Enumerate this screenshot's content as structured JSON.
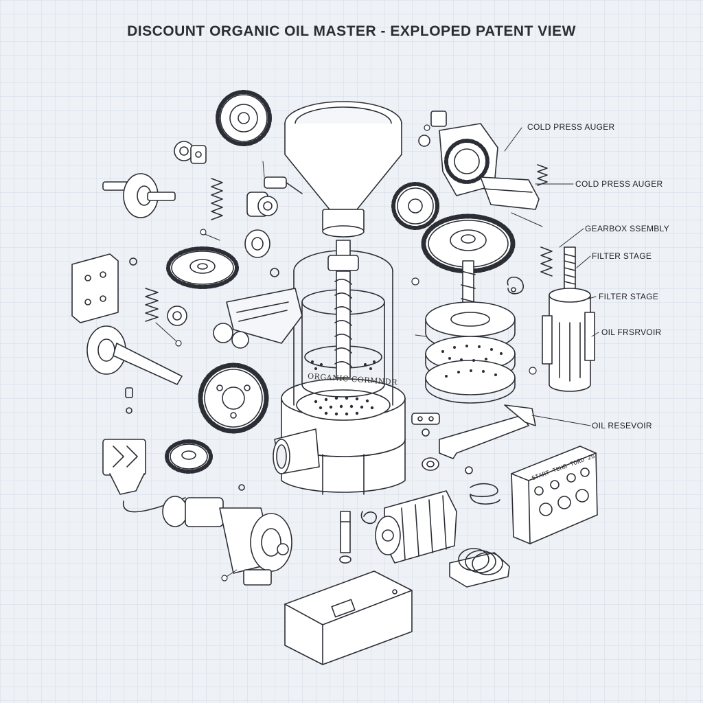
{
  "title": "DISCOUNT ORGANIC OIL MASTER - EXPLOPED PATENT VIEW",
  "callouts": [
    "COLD PRESS AUGER",
    "COLD PRESS AUGER",
    "GEARBOX SSEMBLY",
    "FILTER STAGE",
    "FILTER STAGE",
    "OIL FRSRVOIR",
    "OIL RESEVOIR"
  ],
  "chamber_label": "ORGANIC CORMNDR",
  "control_panel_label": "START TCHB TORD 25",
  "colors": {
    "background": "#eef2f6",
    "grid": "#c9d3df",
    "ink": "#2b2e35",
    "part_fill": "#ffffff"
  }
}
